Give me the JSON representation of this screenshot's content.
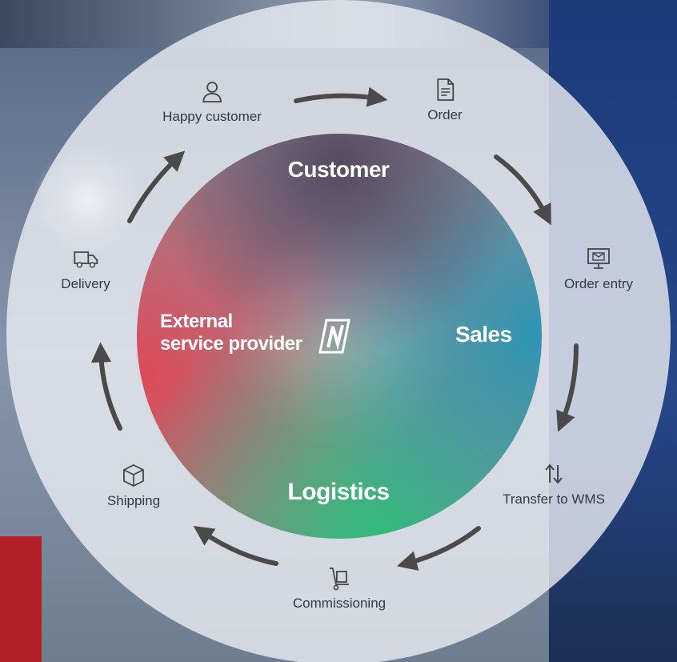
{
  "sectors": {
    "top": "Customer",
    "right": "Sales",
    "bottom": "Logistics",
    "left_line1": "External",
    "left_line2": "service provider"
  },
  "steps": [
    {
      "label": "Happy customer",
      "icon": "person-icon"
    },
    {
      "label": "Order",
      "icon": "document-icon"
    },
    {
      "label": "Order entry",
      "icon": "monitor-mail-icon"
    },
    {
      "label": "Transfer to WMS",
      "icon": "transfer-arrows-icon"
    },
    {
      "label": "Commissioning",
      "icon": "hand-truck-icon"
    },
    {
      "label": "Shipping",
      "icon": "box-icon"
    },
    {
      "label": "Delivery",
      "icon": "truck-icon"
    }
  ],
  "colors": {
    "ring": "#eceef3",
    "text": "#333a44",
    "arrow": "#4a4a4a",
    "customer": "#50465f",
    "sales": "#2896b4",
    "logistics": "#28be78",
    "external": "#e14655"
  }
}
